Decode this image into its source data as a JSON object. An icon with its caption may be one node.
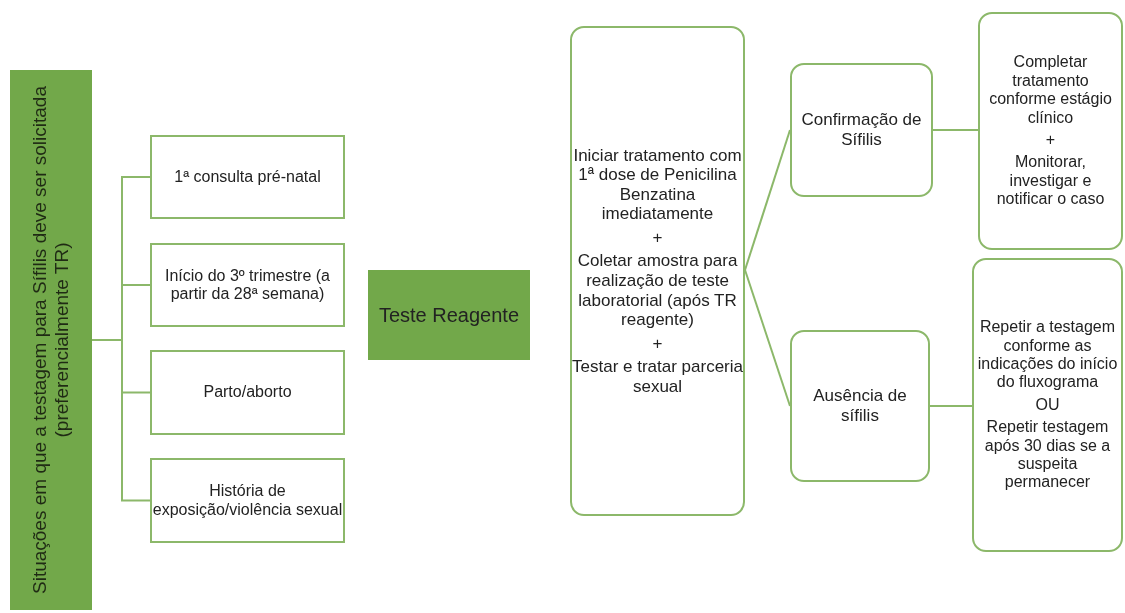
{
  "diagram": {
    "nodes": [
      {
        "text": [
          "Situações em que a testagem para Sífilis deve ser solicitada (preferencialmente TR)"
        ]
      },
      {
        "text": [
          "1ª consulta pré-natal"
        ]
      },
      {
        "text": [
          "Início do 3º trimestre (a partir da 28ª semana)"
        ]
      },
      {
        "text": [
          "Parto/aborto"
        ]
      },
      {
        "text": [
          "História de exposição/violência sexual"
        ]
      },
      {
        "text": [
          "Teste Reagente"
        ]
      },
      {
        "text": [
          "Iniciar tratamento com 1ª dose de Penicilina Benzatina imediatamente",
          "+",
          "Coletar amostra para realização de teste laboratorial (após TR reagente)",
          "+",
          "Testar e tratar parceria sexual"
        ]
      },
      {
        "text": [
          "Confirmação de Sífilis"
        ]
      },
      {
        "text": [
          "Ausência de sífilis"
        ]
      },
      {
        "text": [
          "Completar tratamento conforme estágio clínico",
          "+",
          "Monitorar, investigar e notificar o caso"
        ]
      },
      {
        "text": [
          "Repetir a testagem conforme as indicações do início do fluxograma",
          "OU",
          "Repetir testagem após 30 dias se a suspeita permanecer"
        ]
      }
    ],
    "edges": [
      {
        "from": 0,
        "to": 1,
        "arrow": "none"
      },
      {
        "from": 0,
        "to": 2,
        "arrow": "none"
      },
      {
        "from": 0,
        "to": 3,
        "arrow": "none"
      },
      {
        "from": 0,
        "to": 4,
        "arrow": "none"
      },
      {
        "from": 6,
        "to": 7,
        "arrow": "none"
      },
      {
        "from": 6,
        "to": 8,
        "arrow": "none"
      },
      {
        "from": 7,
        "to": 9,
        "arrow": "none"
      },
      {
        "from": 8,
        "to": 10,
        "arrow": "none"
      }
    ]
  }
}
